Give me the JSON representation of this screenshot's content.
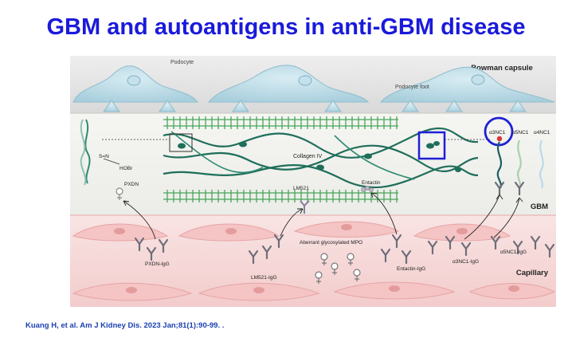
{
  "header": {
    "title": "GBM and autoantigens in anti-GBM disease"
  },
  "figure": {
    "regions": {
      "bowman_capsule": "Bowman capsule",
      "gbm": "GBM",
      "capillary": "Capillary"
    },
    "cells": {
      "podocyte": "Podocyte",
      "podocyte_foot": "Podocyte foot"
    },
    "molecules": {
      "collagen": "Collagen IV",
      "lm521": "LM521",
      "entactin": "Entactin",
      "pxdn": "PXDN",
      "hobr": "HOBr",
      "sulfilimine": "S=N",
      "a3nc1": "α3NC1",
      "a5nc1": "α5NC1",
      "a4nc1": "α4NC1",
      "mpo": "Aberrant glycosylated MPO"
    },
    "antibodies": {
      "pxdn_igg": "PXDN-IgG",
      "lm521_igg": "LM521-IgG",
      "entactin_igg": "Entactin-IgG",
      "a3nc1_igg": "α3NC1-IgG",
      "a5nc1_igg": "α5NC1-IgG"
    }
  },
  "footer": {
    "citation": "Kuang H, et al. Am J Kidney Dis. 2023 Jan;81(1):90-99. ."
  },
  "colors": {
    "title": "#1a1adb",
    "highlight": "#1f1fd6",
    "collagen": "#1e6e5a",
    "ladder": "#46a65a",
    "capillary": "#f6d6d6"
  }
}
